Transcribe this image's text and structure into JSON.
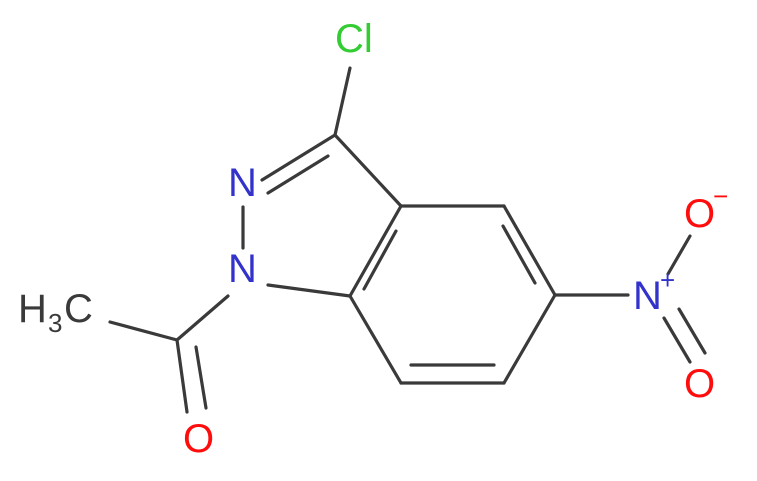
{
  "molecule": {
    "atoms": {
      "chlorine": {
        "symbol": "Cl",
        "color": "#33cc33"
      },
      "n2": {
        "symbol": "N",
        "color": "#3333cc"
      },
      "n1": {
        "symbol": "N",
        "color": "#3333cc"
      },
      "nitro_n": {
        "symbol": "N",
        "charge": "+",
        "color": "#3333cc"
      },
      "nitro_o_minus": {
        "symbol": "O",
        "charge": "−",
        "color": "#ff0d0d"
      },
      "nitro_o_double": {
        "symbol": "O",
        "color": "#ff0d0d"
      },
      "carbonyl_o": {
        "symbol": "O",
        "color": "#ff0d0d"
      },
      "methyl": {
        "symbol": "H",
        "subscript": "3",
        "symbol2": "C",
        "color": "#3a3a3a"
      }
    },
    "bond_color": "#3a3a3a"
  }
}
